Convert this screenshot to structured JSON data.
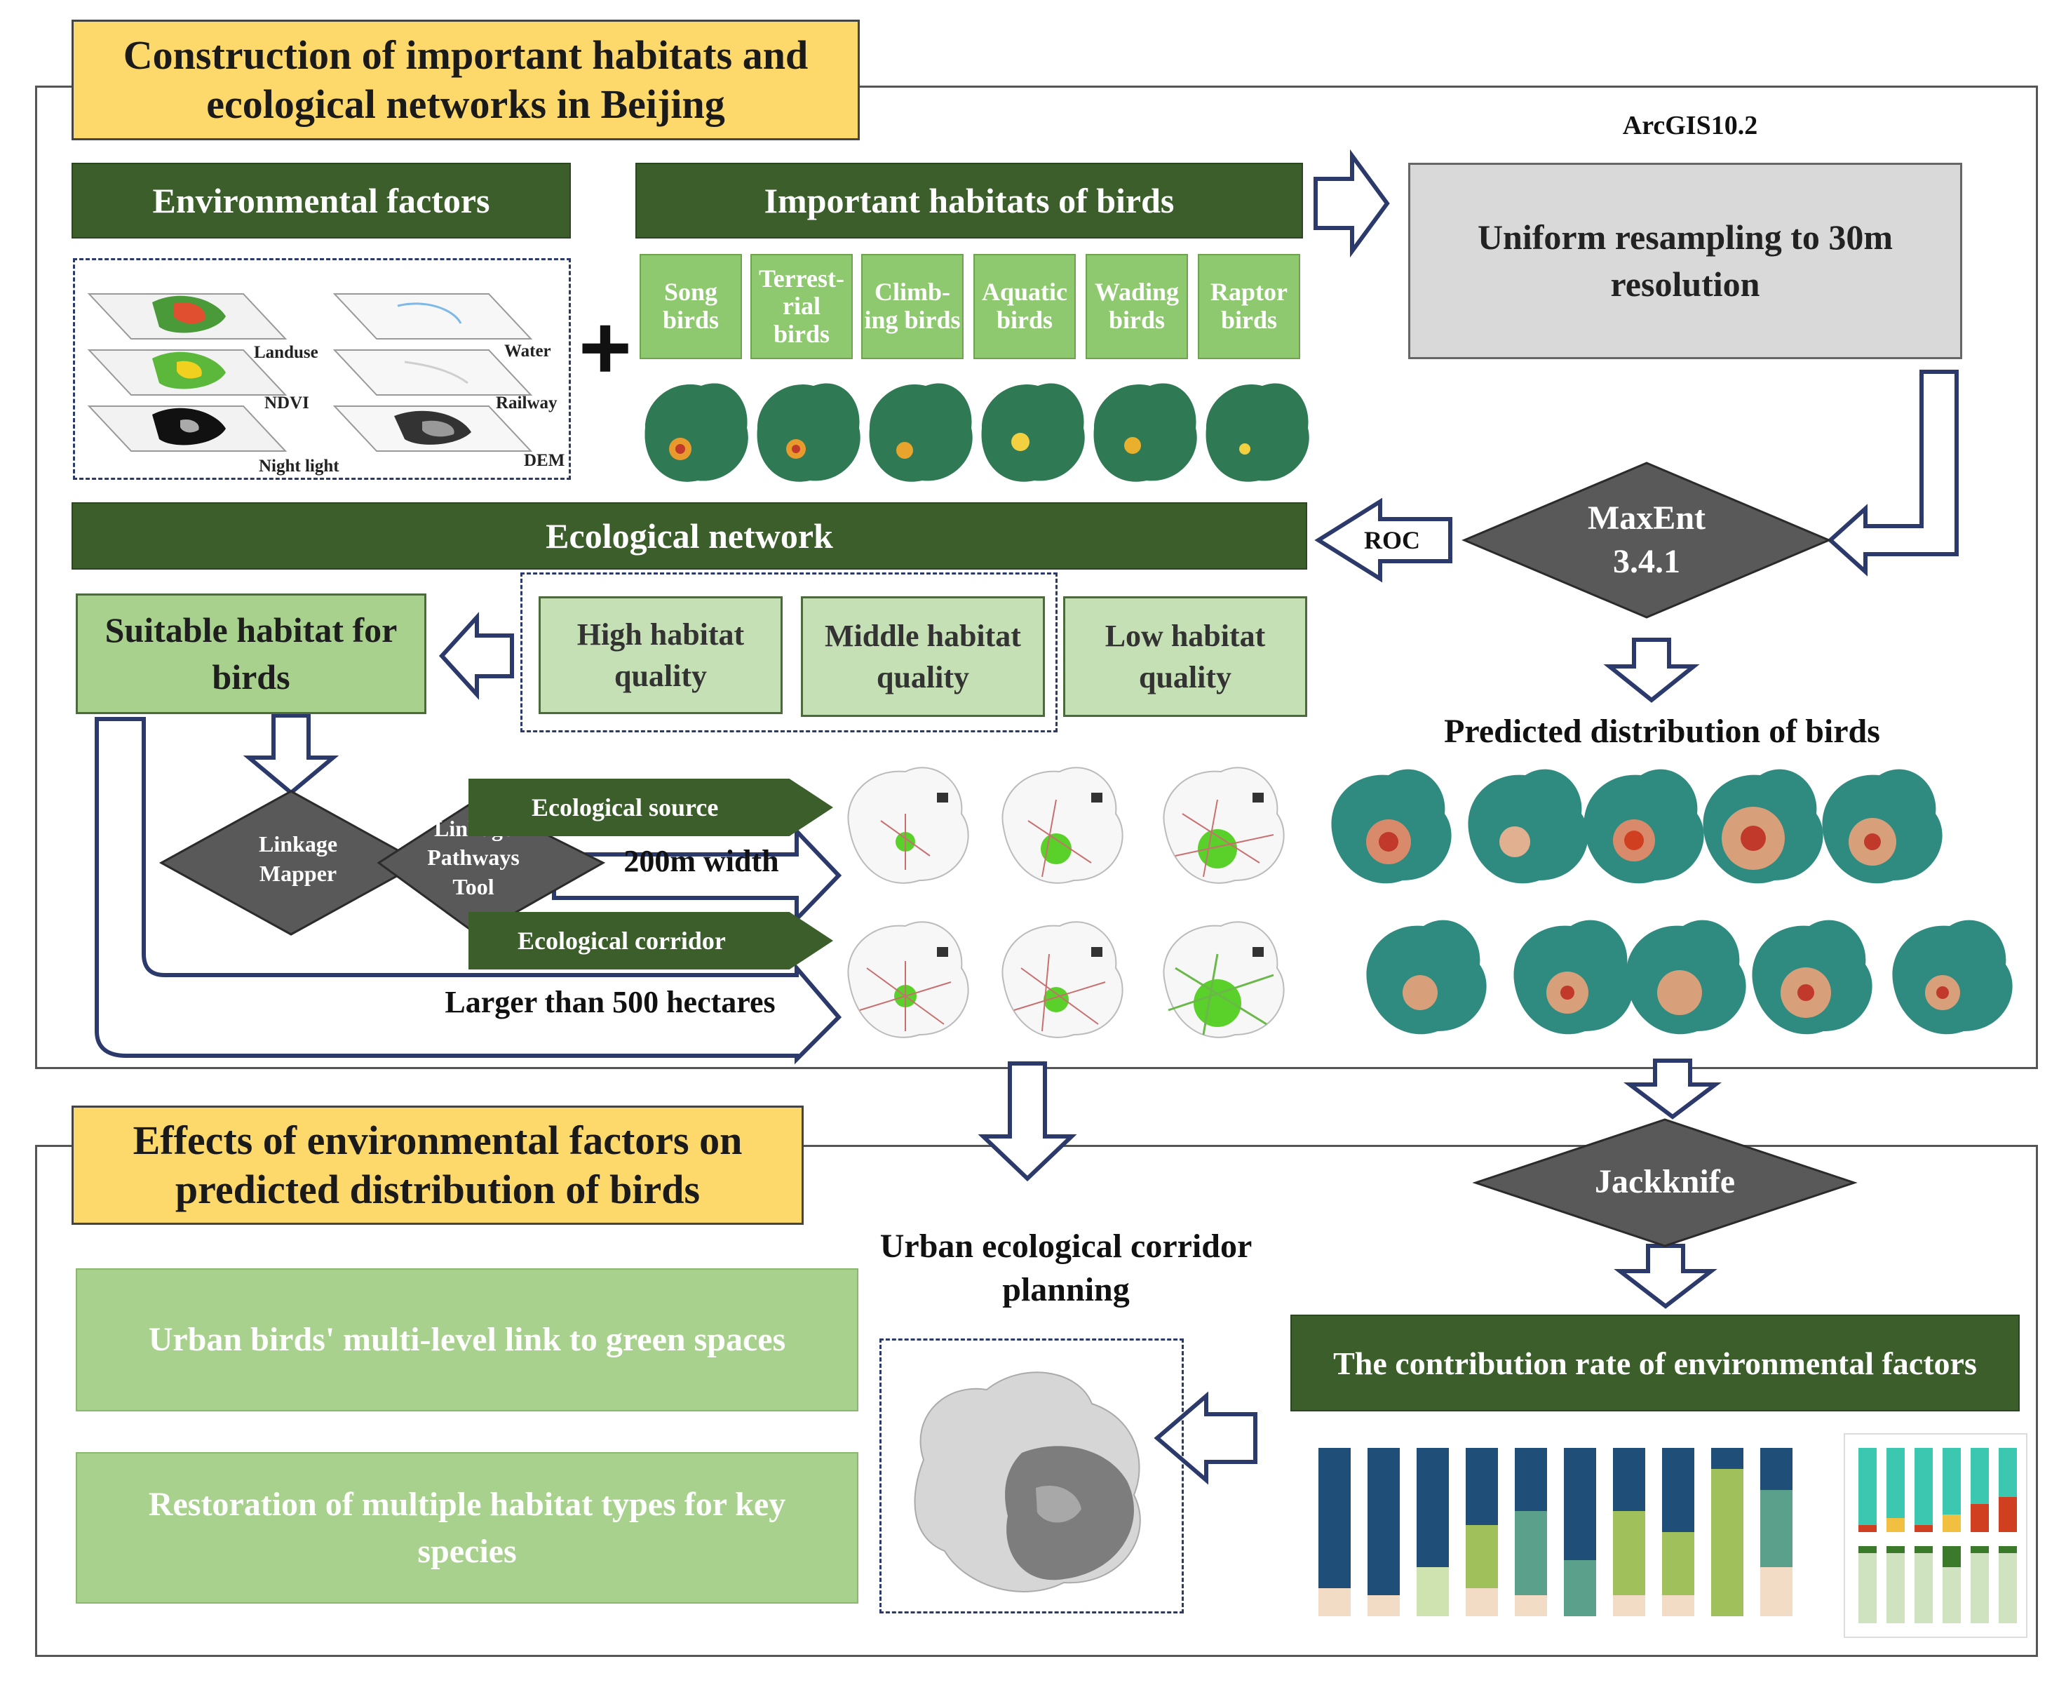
{
  "top_title": "Construction of important habitats and ecological networks in Beijing",
  "arcgis_label": "ArcGIS10.2",
  "env_factors": {
    "title": "Environmental factors",
    "layers": [
      "Landuse",
      "NDVI",
      "Night light",
      "Water",
      "Railway",
      "DEM"
    ]
  },
  "plus_sign": "+",
  "habitats": {
    "title": "Important habitats of birds",
    "types": [
      "Song birds",
      "Terrest-rial birds",
      "Climb-ing birds",
      "Aquatic birds",
      "Wading birds",
      "Raptor birds"
    ]
  },
  "resample_box": "Uniform resampling to 30m resolution",
  "maxent": "MaxEnt 3.4.1",
  "roc": "ROC",
  "eco_network": "Ecological network",
  "suitable_habitat": "Suitable habitat for birds",
  "quality": [
    "High habitat quality",
    "Middle habitat quality",
    "Low habitat quality"
  ],
  "predicted_label": "Predicted distribution of birds",
  "linkage_mapper": "Linkage Mapper",
  "linkage_pathways": "Linkage Pathways Tool",
  "eco_source": "Ecological source",
  "width_label": "200m width",
  "eco_corridor": "Ecological corridor",
  "area_label": "Larger than 500 hectares",
  "bottom_title": "Effects of environmental factors on predicted distribution of birds",
  "corridor_planning": "Urban ecological corridor planning",
  "jackknife": "Jackknife",
  "contribution": "The contribution rate of environmental factors",
  "findings": [
    "Urban birds' multi-level link to green spaces",
    "Restoration of multiple habitat types for key species"
  ],
  "colors": {
    "title_fill": "#fdd86a",
    "dark_green": "#3b5e2b",
    "light_green": "#8fc96f",
    "pale_green": "#c5e0b4",
    "grey_box": "#d9d9d9",
    "diamond": "#595959",
    "arrow_stroke": "#2b3a6a",
    "map_teal": "#2f8a7f"
  }
}
